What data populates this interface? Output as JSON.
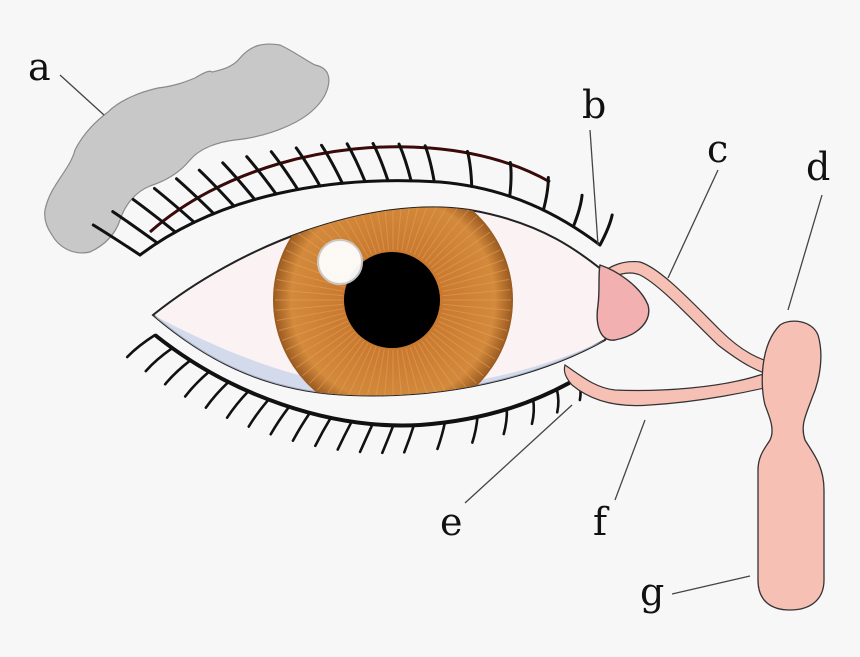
{
  "labels": {
    "a": "a",
    "b": "b",
    "c": "c",
    "d": "d",
    "e": "e",
    "f": "f",
    "g": "g"
  },
  "colors": {
    "background": "#f7f7f7",
    "gland": "#c8c8c8",
    "sclera": "#fbf3f3",
    "iris": "#c8792f",
    "pupil": "#000000",
    "duct": "#f7c0b4",
    "caruncle": "#f3b0b0",
    "brow_line": "#3a0a0a"
  }
}
